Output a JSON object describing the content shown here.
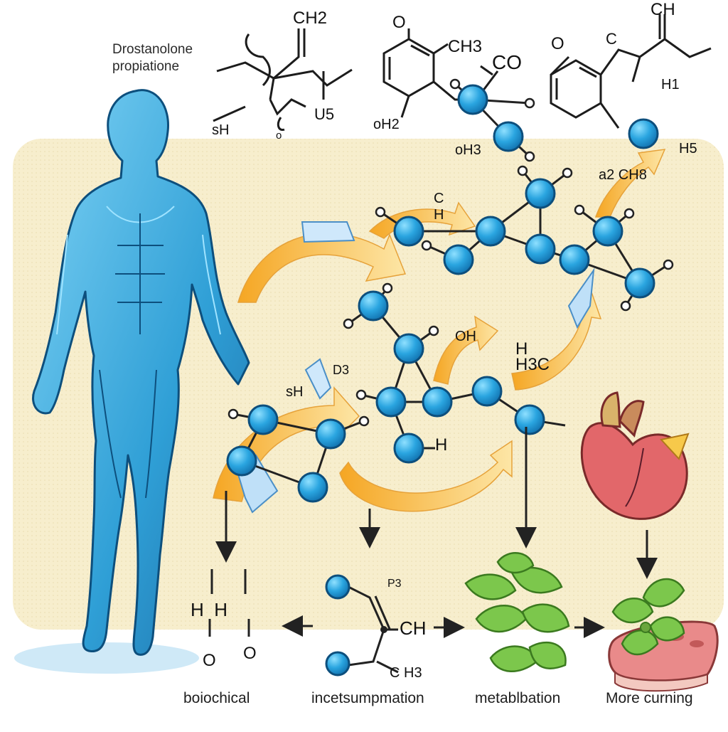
{
  "title": {
    "line1": "Drostanolone",
    "line2": "propiatione"
  },
  "formula_labels": {
    "ch2_top": "CH2",
    "sh_left": "sH",
    "o_small": "o",
    "us": "U5",
    "o_top2": "O",
    "ch3_top2": "CH3",
    "co": "CO",
    "oh2": "oH2",
    "oh3": "oH3",
    "ch_top3": "CH",
    "c_top3": "C",
    "o_top3": "O",
    "h1": "H1",
    "h5": "H5",
    "a2_ch8": "a2 CH8",
    "ch_mid": "C H",
    "sh_mid": "sH",
    "d3": "D3",
    "oh_mid": "OH",
    "h3c": "H\nH3C",
    "h_mid": "H",
    "p3": "P3",
    "ch_low": "CH",
    "ch3_low": "C H3",
    "hh": "H  H",
    "o_low1": "O",
    "o_low2": "O"
  },
  "bottom_labels": {
    "biochemical": "boiochical",
    "consumption": "incetsumpmation",
    "metabolism": "metablbation",
    "curing": "More curning"
  },
  "colors": {
    "atom": "#2aa5e0",
    "arrow": "#f7b94a",
    "body": "#3fb4e6",
    "panel": "#f6ecc8",
    "heart": "#e2676a",
    "leaf": "#77c247"
  }
}
